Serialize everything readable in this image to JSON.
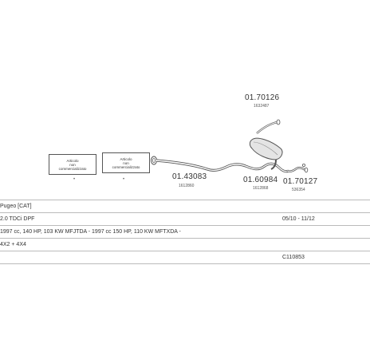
{
  "diagram": {
    "parts": [
      {
        "code": "01.70126",
        "ref": "1632487"
      },
      {
        "code": "01.43083",
        "ref": "1612860"
      },
      {
        "code": "01.60984",
        "ref": "1612868"
      },
      {
        "code": "01.70127",
        "ref": "536354"
      }
    ],
    "notes": [
      {
        "line1": "Articolo",
        "line2": "non",
        "line3": "commercializzato"
      },
      {
        "line1": "Articolo",
        "line2": "non",
        "line3": "commercializzato"
      }
    ],
    "colors": {
      "line": "#555555",
      "fill": "#e4e4e4"
    }
  },
  "info": {
    "rows": [
      {
        "left": "Pugeo [CAT]",
        "right": ""
      },
      {
        "left": "2.0 TDCi DPF",
        "right": "05/10 - 11/12"
      },
      {
        "left": "1997 cc, 140 HP, 103 KW MFJTDA - 1997 cc 150 HP, 110 KW MFTXDA -",
        "right": ""
      },
      {
        "left": "4X2 + 4X4",
        "right": ""
      },
      {
        "left": "",
        "right": "C110853"
      }
    ]
  }
}
